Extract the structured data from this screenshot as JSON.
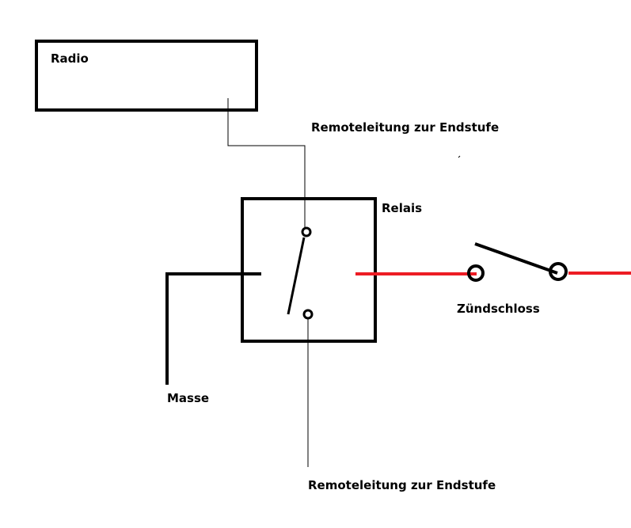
{
  "labels": {
    "radio": "Radio",
    "remote_top": "Remoteleitung zur Endstufe",
    "relais": "Relais",
    "zuendschloss": "Zündschloss",
    "masse": "Masse",
    "remote_bottom": "Remoteleitung zur Endstufe"
  },
  "colors": {
    "wire": "#000000",
    "power_wire": "#ed1c24"
  }
}
